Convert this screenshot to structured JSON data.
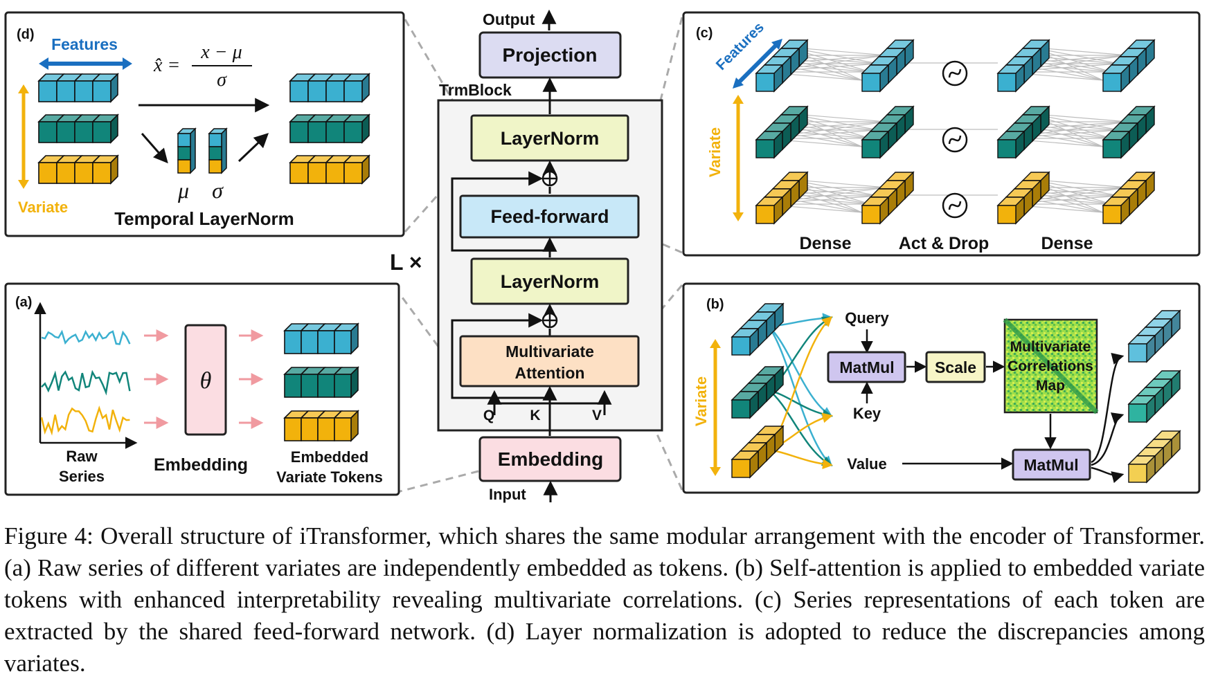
{
  "center": {
    "output": "Output",
    "projection": "Projection",
    "trmblock": "TrmBlock",
    "layernorm_top": "LayerNorm",
    "feedforward": "Feed-forward",
    "layernorm_bottom": "LayerNorm",
    "attention_line1": "Multivariate",
    "attention_line2": "Attention",
    "q": "Q",
    "k": "K",
    "v": "V",
    "repeat": "L ×",
    "embedding": "Embedding",
    "input": "Input"
  },
  "panel_d": {
    "tag": "(d)",
    "features": "Features",
    "variate": "Variate",
    "formula_lhs": "x̂ =",
    "formula_num": "x − μ",
    "formula_den": "σ",
    "mu": "μ",
    "sigma": "σ",
    "title": "Temporal LayerNorm"
  },
  "panel_a": {
    "tag": "(a)",
    "raw_line1": "Raw",
    "raw_line2": "Series",
    "embedding": "Embedding",
    "theta": "θ",
    "tokens_line1": "Embedded",
    "tokens_line2": "Variate Tokens"
  },
  "panel_c": {
    "tag": "(c)",
    "features": "Features",
    "variate": "Variate",
    "dense_left": "Dense",
    "act_drop": "Act & Drop",
    "dense_right": "Dense"
  },
  "panel_b": {
    "tag": "(b)",
    "variate": "Variate",
    "query": "Query",
    "key": "Key",
    "value": "Value",
    "matmul_top": "MatMul",
    "scale": "Scale",
    "map_line1": "Multivariate",
    "map_line2": "Correlations",
    "map_line3": "Map",
    "matmul_bottom": "MatMul"
  },
  "colors": {
    "cyan": "#3bb0d0",
    "teal": "#11857a",
    "yellow": "#f2b20c",
    "blue_arrow": "#1a6fc0",
    "projection_fill": "#dcdcf2",
    "layernorm_fill": "#f0f5c8",
    "feedforward_fill": "#c8e8f8",
    "attention_fill": "#fde0c4",
    "embedding_fill": "#fbdde2",
    "matmul_fill": "#cfc6ef",
    "scale_fill": "#f7f5c6",
    "block_fill": "#f4f4f4"
  },
  "caption": "Figure 4: Overall structure of iTransformer, which shares the same modular arrangement with the encoder of Transformer. (a) Raw series of different variates are independently embedded as tokens. (b) Self-attention is applied to embedded variate tokens with enhanced interpretability revealing multivariate correlations. (c) Series representations of each token are extracted by the shared feed-forward network. (d) Layer normalization is adopted to reduce the discrepancies among variates."
}
